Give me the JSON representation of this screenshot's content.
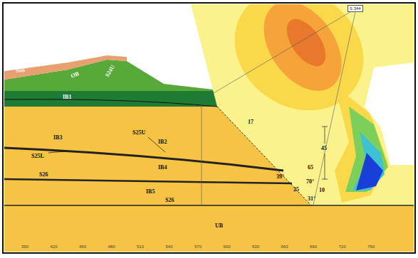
{
  "diagram": {
    "nodes": [
      {
        "text": [
          "S 344"
        ]
      }
    ],
    "labels": [
      "Soil",
      "OB",
      "S24U",
      "IB1",
      "IB3",
      "S25U",
      "IB2",
      "S25L",
      "IB4",
      "S26",
      "IB5",
      "S26",
      "UB",
      "17",
      "45",
      "65",
      "39°",
      "25",
      "70°",
      "10",
      "31°",
      "390",
      "420",
      "450",
      "480",
      "510",
      "540",
      "570",
      "600",
      "630",
      "660",
      "690",
      "720",
      "750"
    ]
  }
}
